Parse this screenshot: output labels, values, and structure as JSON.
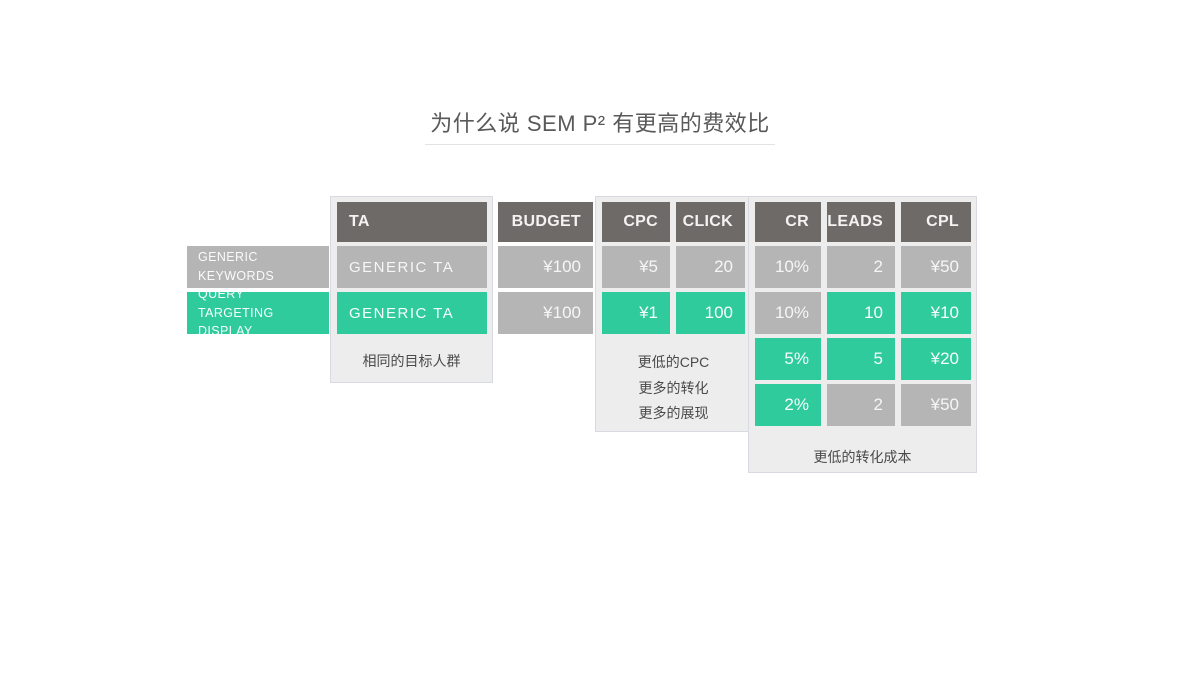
{
  "slide_title": "为什么说 SEM P² 有更高的费效比",
  "colors": {
    "green": "#2fcb9d",
    "gray": "#b6b5b5",
    "header_bg": "#6e6a68",
    "panel_bg": "#ededed",
    "panel_border": "#d7dae1",
    "title_text": "#595959",
    "note_text": "#4a4a4a"
  },
  "columns": {
    "ta": "TA",
    "budget": "BUDGET",
    "cpc": "CPC",
    "click": "CLICK",
    "cr": "CR",
    "leads": "LEADS",
    "cpl": "CPL"
  },
  "row_labels": {
    "generic": "GENERIC KEYWORDS",
    "query": "QUERY TARGETING DISPLAY"
  },
  "rows": {
    "generic": {
      "ta": "GENERIC TA",
      "budget": "¥100",
      "cpc": "¥5",
      "click": "20",
      "cr": "10%",
      "leads": "2",
      "cpl": "¥50"
    },
    "query": {
      "ta": "GENERIC TA",
      "budget": "¥100",
      "cpc": "¥1",
      "click": "100",
      "cr": "10%",
      "leads": "10",
      "cpl": "¥10"
    },
    "extra1": {
      "cr": "5%",
      "leads": "5",
      "cpl": "¥20"
    },
    "extra2": {
      "cr": "2%",
      "leads": "2",
      "cpl": "¥50"
    }
  },
  "notes": {
    "ta": "相同的目标人群",
    "cpc_line1": "更低的CPC",
    "cpc_line2": "更多的转化",
    "cpc_line3": "更多的展现",
    "cpl": "更低的转化成本"
  }
}
